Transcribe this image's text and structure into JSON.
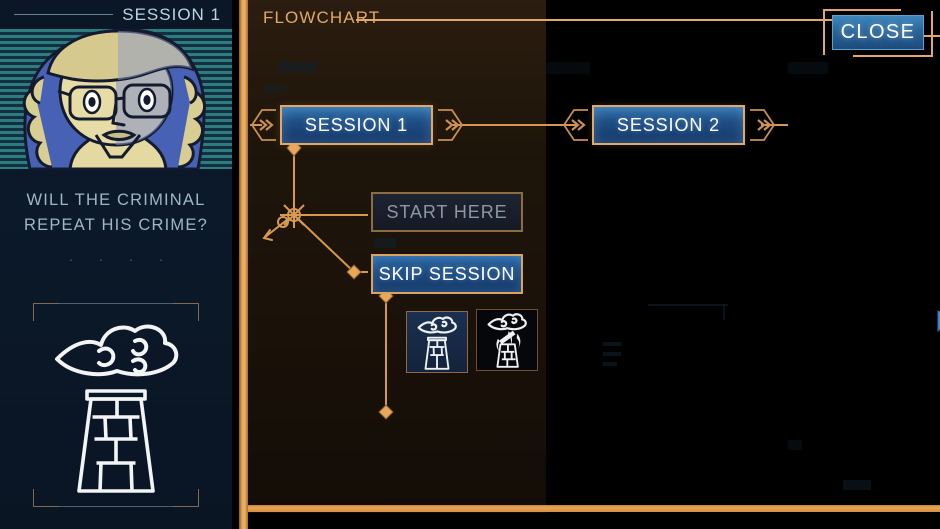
{
  "sidebar": {
    "header_label": "SESSION 1",
    "tagline": "WILL THE CRIMINAL\nREPEAT HIS CRIME?",
    "tagline_line1": "WILL THE CRIMINAL",
    "tagline_line2": "REPEAT HIS CRIME?",
    "dots": "· · · ·",
    "portrait_icon": "character-portrait",
    "evidence_icon": "chimney-smoke-icon"
  },
  "panel": {
    "title": "FLOWCHART",
    "close_label": "CLOSE"
  },
  "flow": {
    "nodes": [
      {
        "id": "session1",
        "label": "SESSION 1",
        "state": "active-session"
      },
      {
        "id": "session2",
        "label": "SESSION 2",
        "state": "active-session"
      },
      {
        "id": "start_here",
        "label": "START HERE",
        "state": "dimmed"
      },
      {
        "id": "skip_session",
        "label": "SKIP SESSION",
        "state": "active"
      }
    ],
    "thumbnails": [
      {
        "id": "thumb_chimney_smoke",
        "icon": "chimney-smoke-icon",
        "state": "selected"
      },
      {
        "id": "thumb_chimney_fire",
        "icon": "chimney-fire-icon",
        "state": "unselected"
      }
    ],
    "connector_glyph": "»"
  },
  "colors": {
    "accent_orange": "#e2a869",
    "node_blue": "#2a6596",
    "panel_bg": "#000000",
    "sidebar_bg": "#0b1828",
    "text_light": "#bcd4e4",
    "dim_text": "#8c97a5",
    "cursor_blue": "#3e8fd8"
  }
}
